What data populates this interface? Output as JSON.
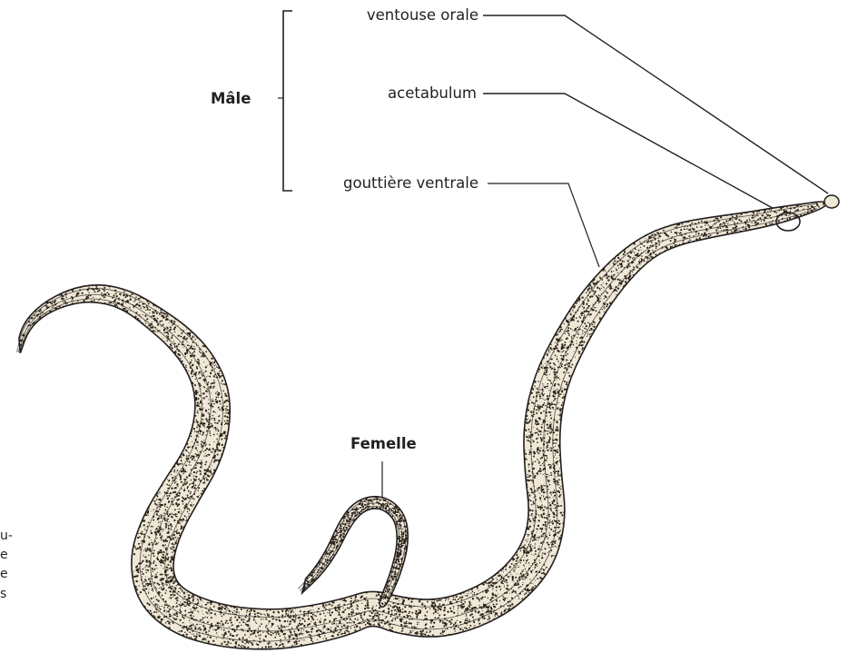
{
  "labels": {
    "male": "Mâle",
    "oral_sucker": "ventouse orale",
    "acetabulum": "acetabulum",
    "ventral_groove": "gouttière ventrale",
    "female": "Femelle"
  },
  "cut_off_caption": [
    "u-",
    "e",
    "e",
    "s"
  ],
  "colors": {
    "ink": "#231f20",
    "body_fill": "#efe8d6",
    "stipple": "#2a2118"
  }
}
